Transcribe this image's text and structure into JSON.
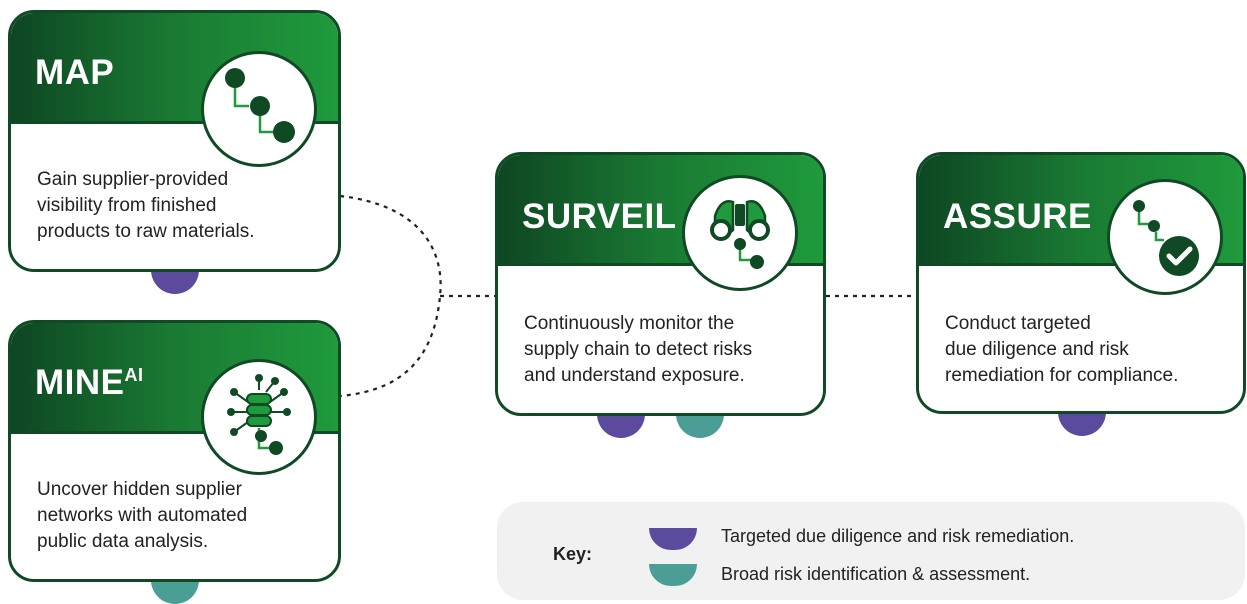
{
  "colors": {
    "dark_green": "#0f4a24",
    "bright_green": "#1f9a3c",
    "purple": "#5b4a9e",
    "teal": "#4a9e96"
  },
  "cards": {
    "map": {
      "title": "MAP",
      "icon": "hierarchy-nodes-icon",
      "description": "Gain supplier-provided\nvisibility from finished\nproducts to raw materials."
    },
    "mine": {
      "title": "MINE",
      "title_sup": "AI",
      "icon": "database-network-icon",
      "description": "Uncover hidden supplier\nnetworks with automated\npublic data analysis."
    },
    "surveil": {
      "title": "SURVEIL",
      "icon": "binoculars-icon",
      "description": "Continuously monitor the\nsupply chain to detect risks\nand understand exposure."
    },
    "assure": {
      "title": "ASSURE",
      "icon": "checkmark-nodes-icon",
      "description": "Conduct targeted\ndue diligence and risk\nremediation for compliance."
    }
  },
  "key": {
    "label": "Key:",
    "items": [
      {
        "color": "purple",
        "text": "Targeted due diligence and risk remediation."
      },
      {
        "color": "teal",
        "text": "Broad risk identification & assessment."
      }
    ]
  }
}
